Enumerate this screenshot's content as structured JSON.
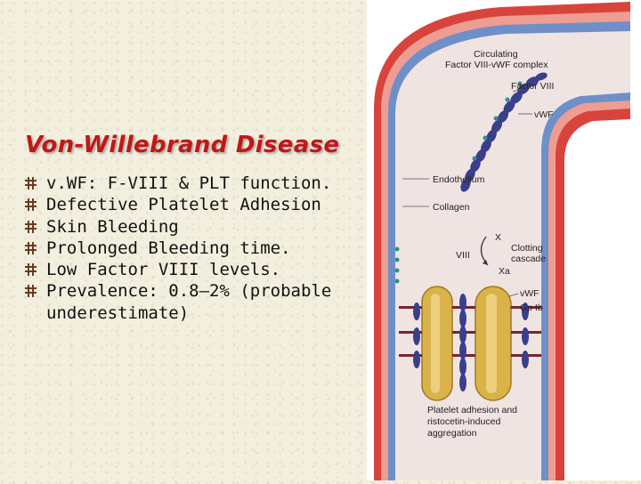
{
  "slide": {
    "title": "Von-Willebrand Disease",
    "bullets": [
      "v.WF: F-VIII & PLT function.",
      "Defective Platelet Adhesion",
      "Skin Bleeding",
      "Prolonged Bleeding time.",
      "Low Factor VIII levels.",
      "Prevalence: 0.8–2% (probable underestimate)"
    ]
  },
  "diagram": {
    "labels": {
      "circulating_1": "Circulating",
      "circulating_2": "Factor VIII-vWF complex",
      "factor_viii": "Factor VIII",
      "vwf_top": "vWF",
      "endothelium": "Endothelium",
      "collagen": "Collagen",
      "x": "X",
      "viii": "VIII",
      "xa": "Xa",
      "clotting_1": "Clotting",
      "clotting_2": "cascade",
      "vwf_bottom": "vWF",
      "gp_ib": "Gp Ib",
      "caption_1": "Platelet adhesion and",
      "caption_2": "ristocetin-induced",
      "caption_3": "aggregation"
    },
    "colors": {
      "outer_wall": "#d8443c",
      "endothelium": "#6f8fc8",
      "lumen": "#efe4e2",
      "vwf": "#3a3f8c",
      "platelet": "#d9b24a"
    }
  }
}
